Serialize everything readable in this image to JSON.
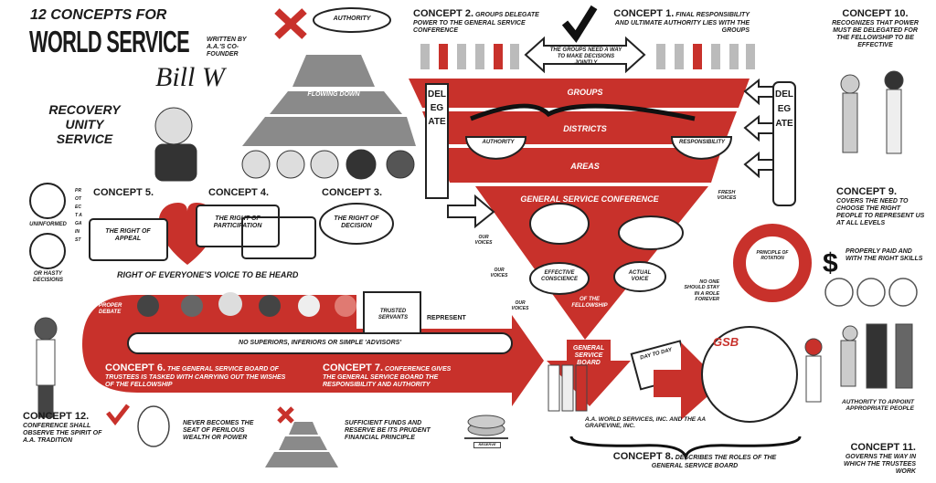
{
  "title": {
    "line1": "12 Concepts for",
    "line2": "World Service",
    "written_by": "Written by A.A.'s co-founder",
    "signature": "Bill W"
  },
  "values": [
    "Recovery",
    "Unity",
    "Service"
  ],
  "pyramid": {
    "cloud": "Authority",
    "label": "Flowing down"
  },
  "concept1": {
    "heading": "Concept 1.",
    "text": "Final responsibility and ultimate authority lies with the groups"
  },
  "concept2": {
    "heading": "Concept 2.",
    "text": "Groups delegate power to the General Service Conference"
  },
  "joint_arrow": "The groups need a way to make decisions jointly",
  "funnel": {
    "groups": "Groups",
    "districts": "Districts",
    "areas": "Areas",
    "delegate_left": "DELEGATE",
    "delegate_right": "DELEGATE",
    "authority": "Authority",
    "responsibility": "Responsibility",
    "gsc": "General Service Conference",
    "conscience": "Effective conscience",
    "voice": "Actual voice",
    "of_fellowship": "of the fellowship",
    "gsb": "General Service Board"
  },
  "concept3": {
    "heading": "Concept 3.",
    "bubble": "The right of decision"
  },
  "concept4": {
    "heading": "Concept 4.",
    "bubble": "The right of participation"
  },
  "concept5": {
    "heading": "Concept 5.",
    "bubble": "The right of appeal"
  },
  "protect": {
    "vertical": "Protect against",
    "uninformed": "Uninformed",
    "hasty": "or hasty decisions"
  },
  "voice_heard": "Right of everyone's voice to be heard",
  "proper_debate": "Proper debate",
  "no_superiors": "No superiors, inferiors or simple 'advisors'",
  "trusted_servants": "Trusted servants",
  "represent": "Represent",
  "our_voices": [
    "Our voices",
    "Our voices",
    "Our voices"
  ],
  "concept6": {
    "heading": "Concept 6.",
    "text": "The General Service Board of Trustees is tasked with carrying out the wishes of the fellowship"
  },
  "concept7": {
    "heading": "Concept 7.",
    "text": "Conference gives the General Service Board the responsibility and authority"
  },
  "concept8": {
    "heading": "Concept 8.",
    "text": "Describes the roles of the General Service Board",
    "entities": "A.A. World Services, Inc. and the AA Grapevine, Inc.",
    "calendar": "Day to day",
    "gsb": "GSB"
  },
  "concept9": {
    "heading": "Concept 9.",
    "text": "Covers the need to choose the right people to represent us at all levels",
    "paid": "Properly paid and with the right skills"
  },
  "rotation": {
    "label": "Principle of rotation",
    "fresh": "Fresh voices",
    "no_one": "No one should stay in a role forever"
  },
  "concept10": {
    "heading": "Concept 10.",
    "text": "Recognizes that power must be delegated for the fellowship to be effective"
  },
  "concept11": {
    "heading": "Concept 11.",
    "text": "Governs the way in which the trustees work",
    "appoint": "Authority to appoint appropriate people"
  },
  "concept12": {
    "heading": "Concept 12.",
    "text": "Conference shall observe the spirit of A.A. tradition",
    "never": "Never becomes the seat of perilous wealth or power",
    "funds": "Sufficient funds and reserve be its prudent financial principle",
    "reserve": "Reserve"
  },
  "colors": {
    "red": "#c8312b",
    "gray": "#8a8a8a",
    "ink": "#1a1a1a"
  }
}
